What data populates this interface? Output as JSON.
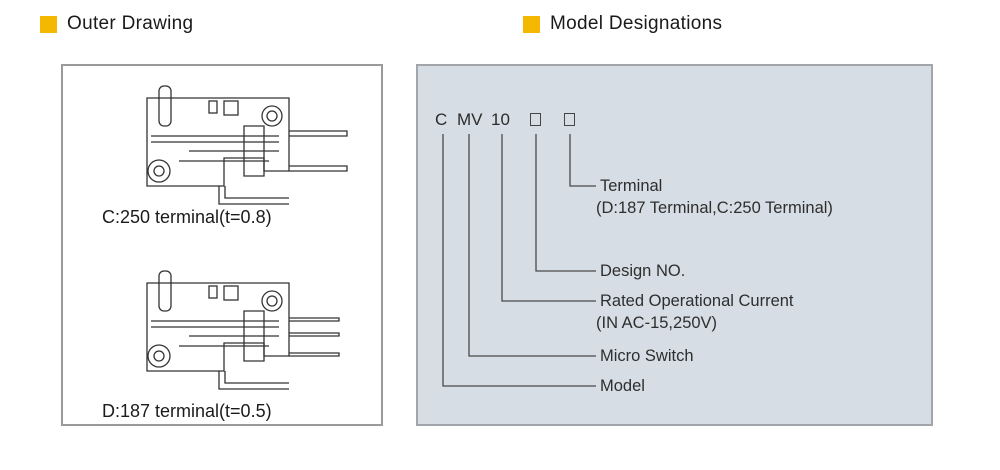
{
  "left_section": {
    "title": "Outer Drawing",
    "drawings": [
      {
        "caption": "C:250 terminal(t=0.8)"
      },
      {
        "caption": "D:187 terminal(t=0.5)"
      }
    ]
  },
  "right_section": {
    "title": "Model Designations",
    "code": {
      "c": "C",
      "mv": "MV",
      "num": "10"
    },
    "labels": {
      "terminal_1": "Terminal",
      "terminal_2": "(D:187 Terminal,C:250 Terminal)",
      "design": "Design NO.",
      "current_1": "Rated Operational Current",
      "current_2": "(IN AC-15,250V)",
      "micro": "Micro Switch",
      "model": "Model"
    }
  },
  "colors": {
    "accent": "#f5b800",
    "panel": "#d6dde4",
    "line": "#444444"
  }
}
